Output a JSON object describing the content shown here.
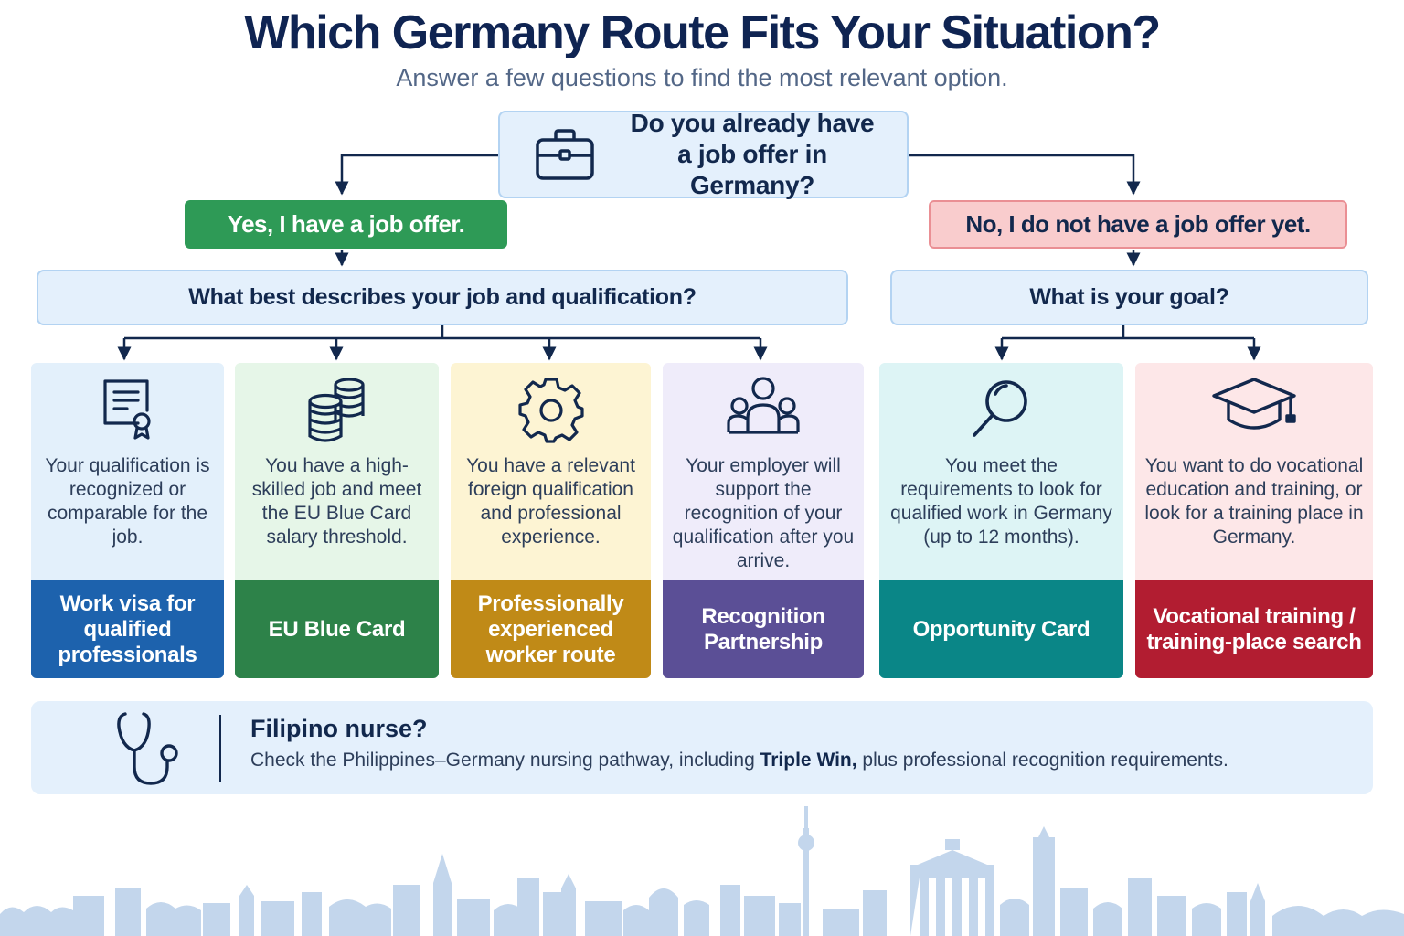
{
  "header": {
    "title": "Which Germany Route Fits Your Situation?",
    "subtitle": "Answer a few questions to find the most relevant option."
  },
  "root_question": {
    "line1": "Do you already have",
    "line2": "a job offer in Germany?",
    "icon": "briefcase-icon"
  },
  "answers": {
    "yes": "Yes, I have a job offer.",
    "no": "No, I do not have a job offer yet."
  },
  "questions": {
    "job": "What best describes your job and qualification?",
    "goal": "What is your goal?"
  },
  "routes": [
    {
      "icon": "certificate-icon",
      "description": "Your qualification is recognized or comparable for the job.",
      "label": "Work visa for qualified professionals",
      "color": "#1d62ad",
      "bg": "#e3f0fb"
    },
    {
      "icon": "coins-icon",
      "description": "You have a high-skilled job and meet the EU Blue Card salary threshold.",
      "label": "EU Blue Card",
      "color": "#2d8249",
      "bg": "#e6f6e8"
    },
    {
      "icon": "gear-icon",
      "description": "You have a relevant foreign qualification and professional experience.",
      "label": "Professionally experienced worker route",
      "color": "#c08a17",
      "bg": "#fdf4d3"
    },
    {
      "icon": "people-icon",
      "description": "Your employer will support the recognition of your qualification after you arrive.",
      "label": "Recognition Partnership",
      "color": "#5b4f96",
      "bg": "#efecfa"
    },
    {
      "icon": "search-icon",
      "description": "You meet the requirements to look for qualified work in Germany (up to 12 months).",
      "label": "Opportunity Card",
      "color": "#0a8687",
      "bg": "#ddf4f5"
    },
    {
      "icon": "graduation-cap-icon",
      "description": "You want to do vocational education and training, or look for a training place in Germany.",
      "label": "Vocational training / training-place search",
      "color": "#b21d31",
      "bg": "#fde7e8"
    }
  ],
  "nurse": {
    "icon": "stethoscope-icon",
    "title": "Filipino nurse?",
    "text_before": "Check the Philippines–Germany nursing pathway, including ",
    "text_bold": "Triple Win,",
    "text_after": " plus professional recognition requirements."
  },
  "colors": {
    "navy": "#12284d",
    "question_bg": "#e4f0fc",
    "yes_green": "#2e9a56",
    "no_pink": "#f9cccd",
    "skyline": "#b9cfe8"
  }
}
